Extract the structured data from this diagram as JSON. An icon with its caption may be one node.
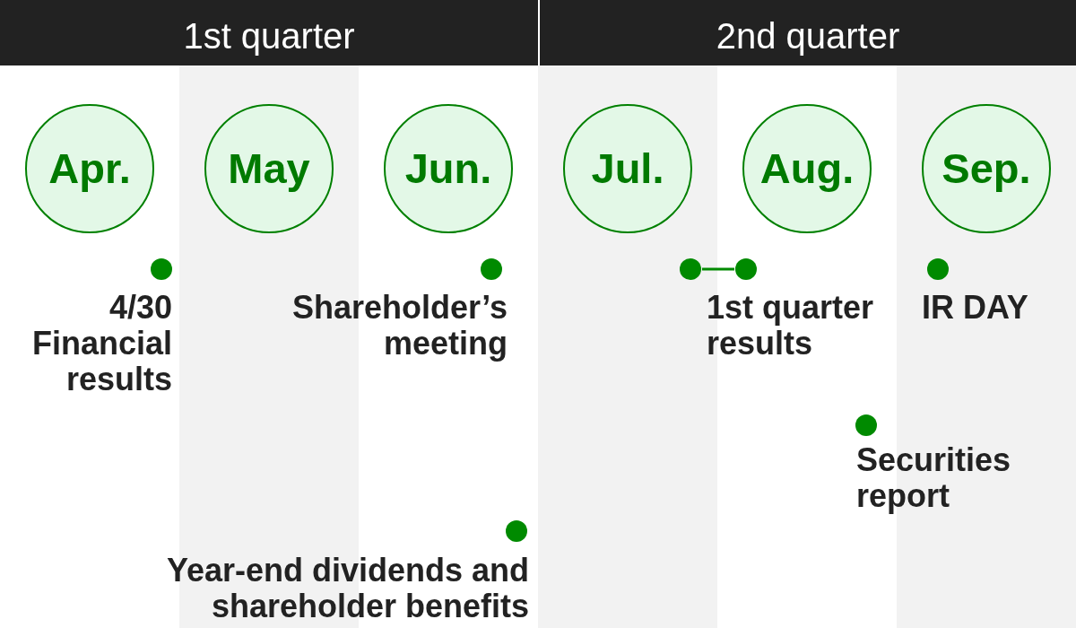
{
  "diagram": {
    "nodes": [
      {
        "text": [
          "1st quarter"
        ]
      },
      {
        "text": [
          "2nd quarter"
        ]
      },
      {
        "text": [
          "Apr."
        ]
      },
      {
        "text": [
          "May"
        ]
      },
      {
        "text": [
          "Jun."
        ]
      },
      {
        "text": [
          "Jul."
        ]
      },
      {
        "text": [
          "Aug."
        ]
      },
      {
        "text": [
          "Sep."
        ]
      },
      {
        "text": [],
        "shape": "circle",
        "beside": [
          "4/30 Financial results"
        ]
      },
      {
        "text": [],
        "shape": "circle",
        "beside": [
          "Shareholder’s meeting"
        ]
      },
      {
        "text": [],
        "shape": "circle",
        "beside": [
          "1st quarter results"
        ]
      },
      {
        "text": [],
        "shape": "circle"
      },
      {
        "text": [],
        "shape": "circle",
        "beside": [
          "IR DAY"
        ]
      },
      {
        "text": [],
        "shape": "circle",
        "beside": [
          "Securities report"
        ]
      },
      {
        "text": [],
        "shape": "circle",
        "beside": [
          "Year-end dividends and shareholder benefits"
        ]
      }
    ],
    "edges": [
      {
        "from": 10,
        "to": 11,
        "arrow": "none"
      }
    ]
  }
}
